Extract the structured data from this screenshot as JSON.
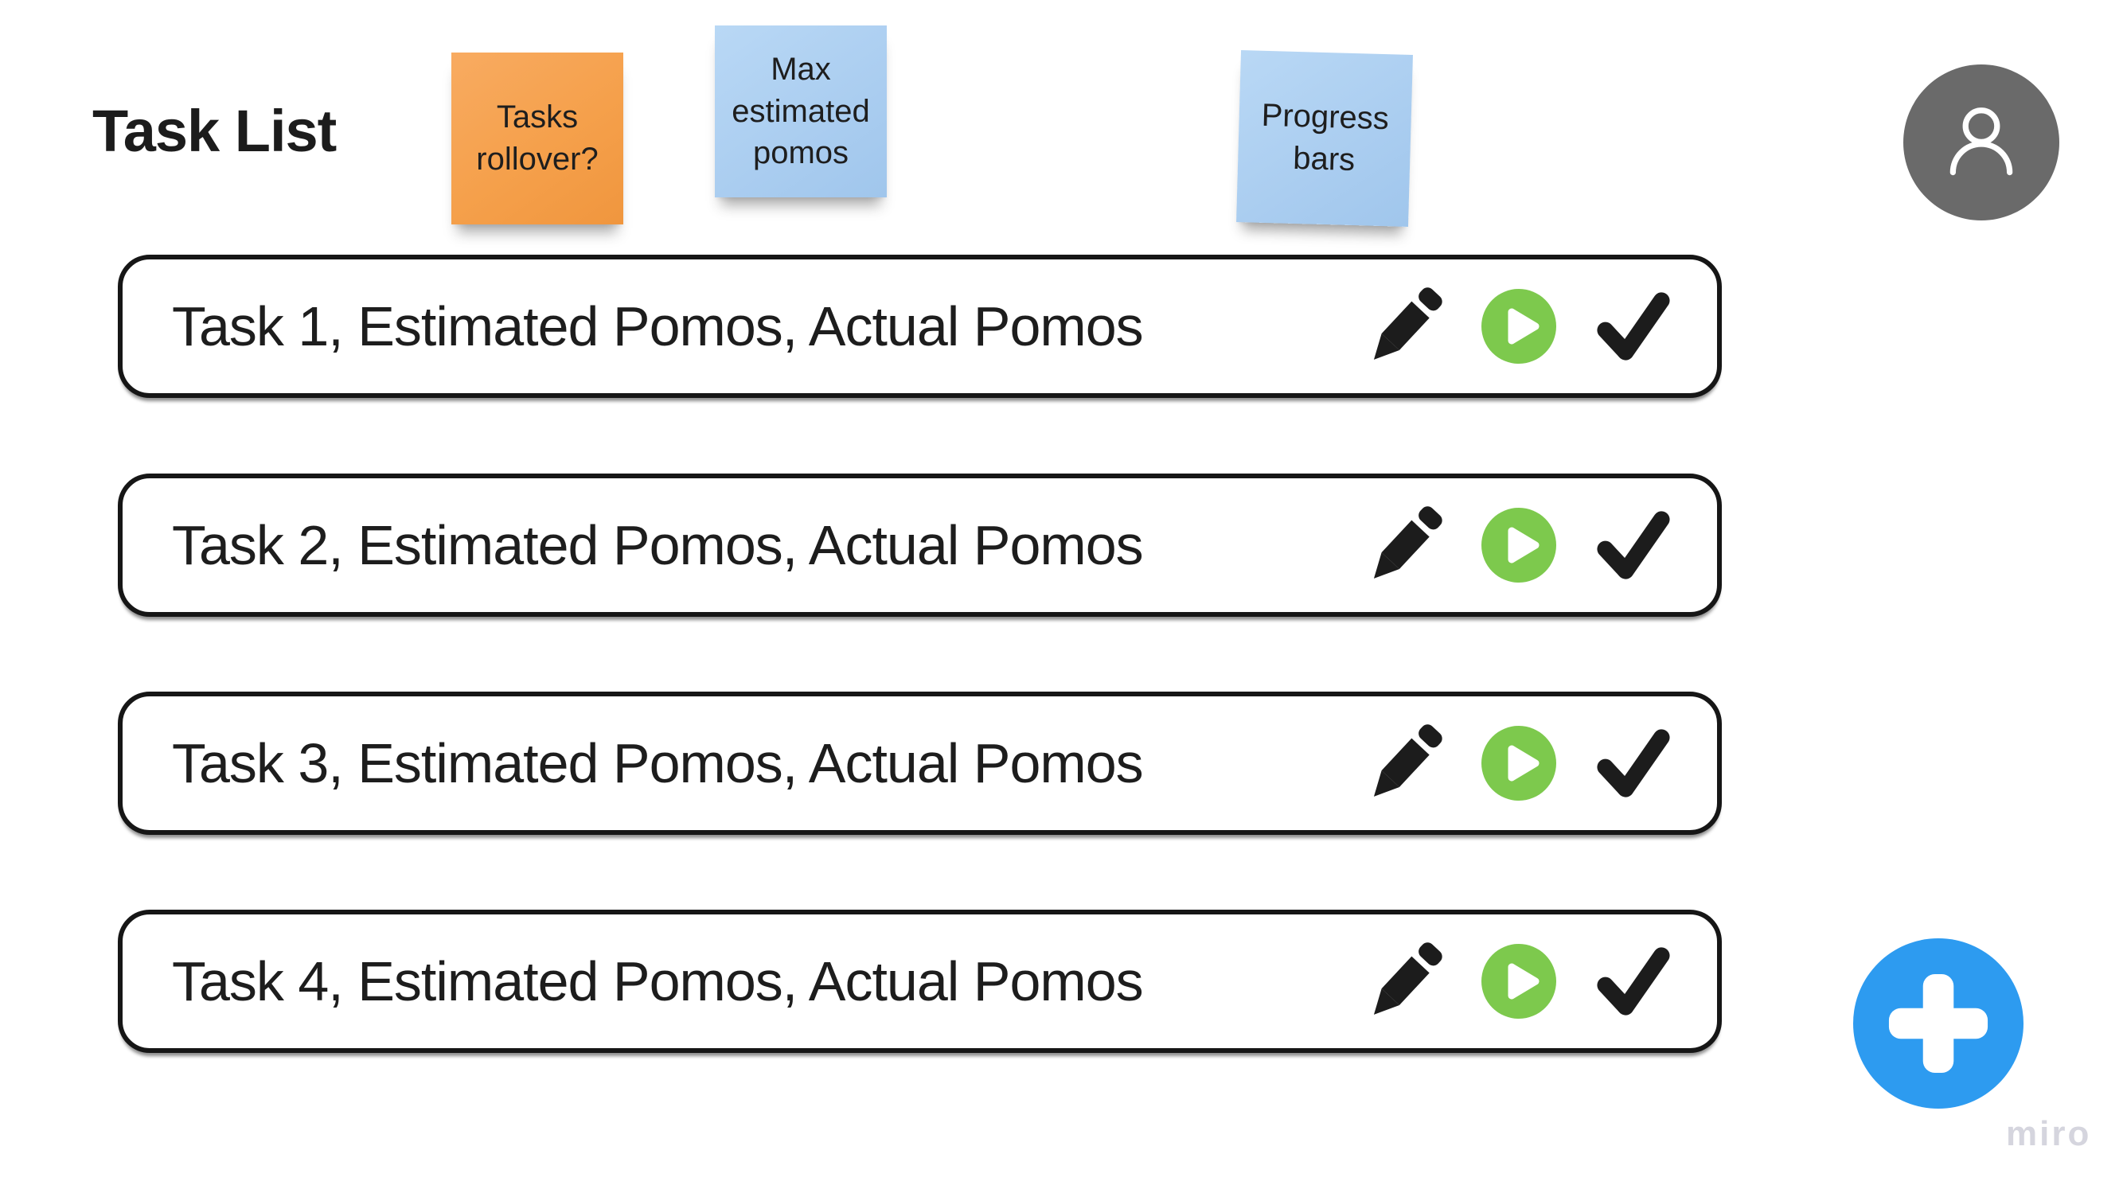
{
  "app": {
    "title": "Task List",
    "watermark": "miro"
  },
  "sticky_notes": [
    {
      "id": "tasks-rollover",
      "text": "Tasks rollover?",
      "color": "#f5a04b"
    },
    {
      "id": "max-estimated-pomos",
      "text": "Max estimated pomos",
      "color": "#aacdf0"
    },
    {
      "id": "progress-bars",
      "text": "Progress bars",
      "color": "#aacdf0"
    }
  ],
  "tasks": [
    {
      "label": "Task 1, Estimated Pomos, Actual Pomos"
    },
    {
      "label": "Task 2, Estimated Pomos, Actual Pomos"
    },
    {
      "label": "Task 3, Estimated Pomos, Actual Pomos"
    },
    {
      "label": "Task 4, Estimated Pomos, Actual Pomos"
    }
  ],
  "task_actions": {
    "edit": "pencil-icon",
    "start": "play-icon",
    "complete": "check-icon"
  },
  "colors": {
    "play_green": "#7dc94d",
    "fab_blue": "#2d9bf0",
    "avatar_gray": "#6a6a6a",
    "sticky_orange": "#f5a04b",
    "sticky_blue": "#aacdf0",
    "ink": "#1d1d1d",
    "watermark_gray": "#d5d5de"
  }
}
